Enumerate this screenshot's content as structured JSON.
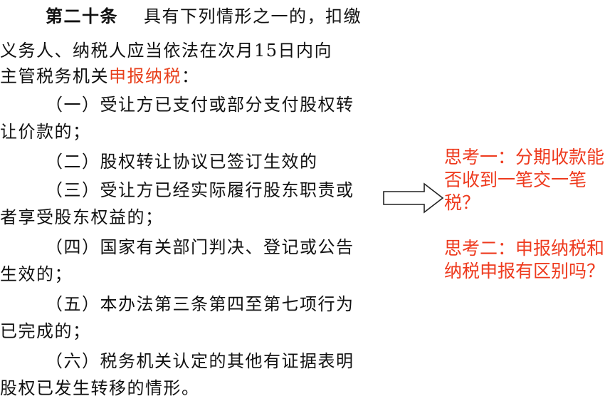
{
  "article": {
    "title": "第二十条",
    "lines": {
      "l1_rest": "具有下列情形之一的，扣缴",
      "l2": "义务人、纳税人应当依法在次月15日内向",
      "l3_pre": "主管税务机关",
      "l3_highlight": "申报纳税",
      "l3_post": "：",
      "l4": "（一）受让方已支付或部分支付股权转",
      "l5": "让价款的；",
      "l6": "（二）股权转让协议已签订生效的",
      "l7": "（三）受让方已经实际履行股东职责或",
      "l8": "者享受股东权益的；",
      "l9": "（四）国家有关部门判决、登记或公告",
      "l10": "生效的；",
      "l11": "（五）本办法第三条第四至第七项行为",
      "l12": "已完成的；",
      "l13": "（六）税务机关认定的其他有证据表明",
      "l14": "股权已发生转移的情形。"
    }
  },
  "notes": {
    "q1": "思考一：分期收款能否收到一笔交一笔税？",
    "q2": "思考二：申报纳税和纳税申报有区别吗？"
  },
  "colors": {
    "highlight": "#e8401c",
    "note": "#ee3a1e",
    "text": "#111111"
  },
  "icons": {
    "arrow": "right-arrow-outline-icon"
  }
}
